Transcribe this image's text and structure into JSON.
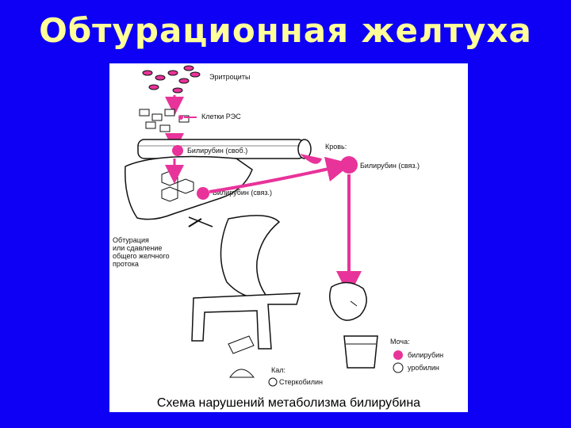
{
  "slide": {
    "title": "Обтурационная желтуха",
    "caption": "Схема нарушений метаболизма билирубина"
  },
  "diagram": {
    "labels": {
      "erythrocytes": "Эритроциты",
      "res_cells": "Клетки РЭС",
      "bilirubin_free": "Билирубин (своб.)",
      "blood": "Кровь:",
      "bilirubin_bound_blood": "Билирубин (связ.)",
      "bilirubin_bound_liver": "Билирубин (связ.)",
      "obstruction": [
        "Обтурация",
        "или сдавление",
        "общего желчного",
        "протока"
      ],
      "urine": "Моча:",
      "urine_bilirubin": "билирубин",
      "urine_urobilin": "уробилин",
      "feces": "Кал:",
      "stercobilin": "Стеркобилин"
    },
    "colors": {
      "background": "#0d00f5",
      "title": "#ffff99",
      "pathway": "#e8339a",
      "ink": "#111111"
    }
  }
}
